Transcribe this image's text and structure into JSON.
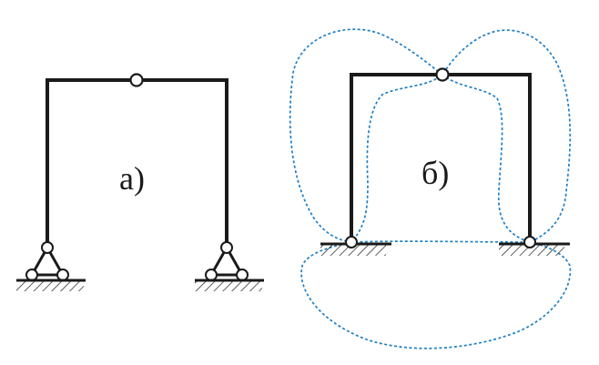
{
  "diagram": {
    "panels": [
      {
        "id": "a",
        "label": "а)"
      },
      {
        "id": "b",
        "label": "б)"
      }
    ],
    "colors": {
      "frame": "#1a1a1a",
      "hinge_fill": "#ffffff",
      "contour": "#1f7fc4"
    },
    "icons": [
      "hinge-icon",
      "pinned-support-icon",
      "ground-hatch-icon"
    ]
  }
}
